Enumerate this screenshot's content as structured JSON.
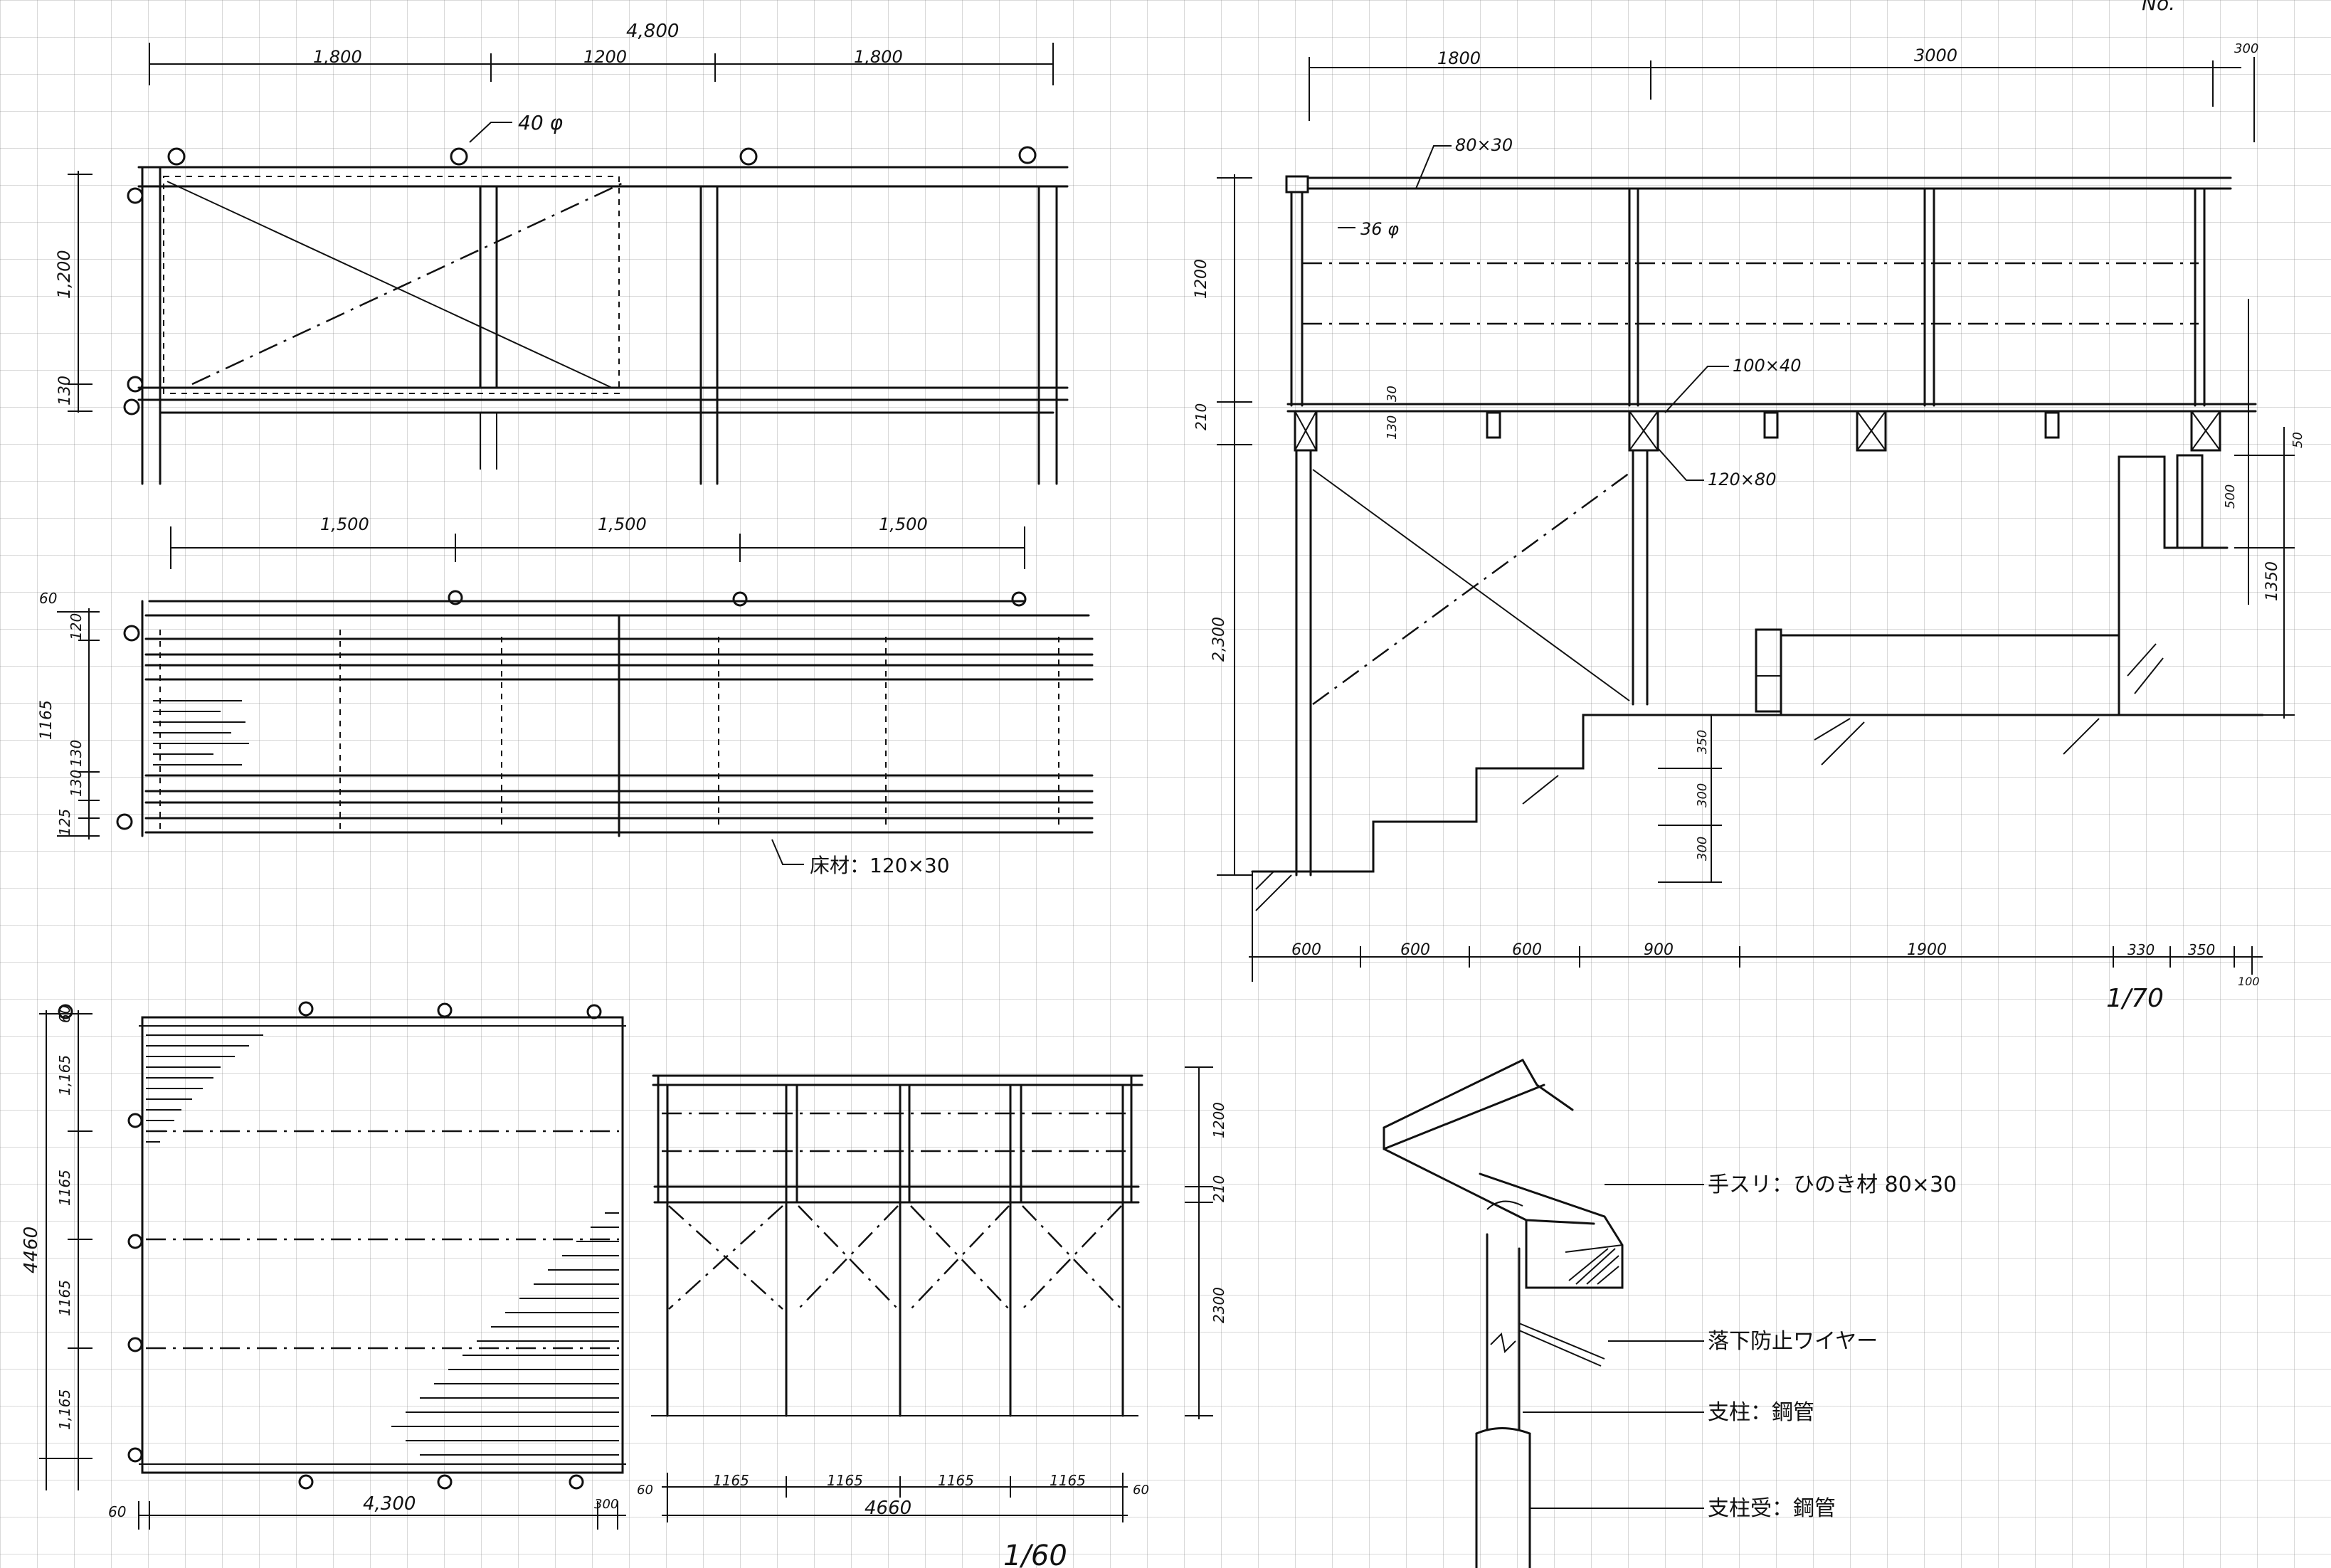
{
  "sheet_no": "No.",
  "scales": {
    "left": "1/60",
    "right": "1/70"
  },
  "top_plan": {
    "overall": "4,800",
    "spans": [
      "1,800",
      "1200",
      "1,800"
    ],
    "post_dia": "40 φ",
    "side_dims": [
      "1,200",
      "130"
    ]
  },
  "floor_plan": {
    "spans": [
      "1,500",
      "1,500",
      "1,500"
    ],
    "side_dims": [
      "60",
      "120",
      "1165",
      "130",
      "130",
      "125"
    ],
    "floor_board": "床材：120×30"
  },
  "lower_plan": {
    "side_dims": [
      "60",
      "1,165",
      "1165",
      "1165",
      "1,165",
      "4460"
    ],
    "bottom_dims": [
      "60",
      "4,300",
      "300"
    ]
  },
  "front_elev": {
    "dims_right": [
      "1200",
      "210",
      "2300"
    ],
    "bottom_dims": [
      "60",
      "1165",
      "1165",
      "1165",
      "1165",
      "4660",
      "60"
    ]
  },
  "section": {
    "top_dims": [
      "1800",
      "3000",
      "300"
    ],
    "handrail": "80×30",
    "post": "36 φ",
    "beam1": "100×40",
    "beam2": "120×80",
    "left_dims": [
      "1200",
      "210",
      "2,300"
    ],
    "deck_dims": [
      "30",
      "130"
    ],
    "right_dims": [
      "50",
      "500",
      "1350"
    ],
    "step_dims": [
      "350",
      "300",
      "300"
    ],
    "bottom_dims": [
      "600",
      "600",
      "600",
      "900",
      "1900",
      "330",
      "350",
      "100"
    ]
  },
  "detail": {
    "handrail": "手スリ：ひのき材 80×30",
    "wire": "落下防止ワイヤー",
    "post": "支柱：鋼管",
    "post_base": "支柱受：鋼管"
  }
}
